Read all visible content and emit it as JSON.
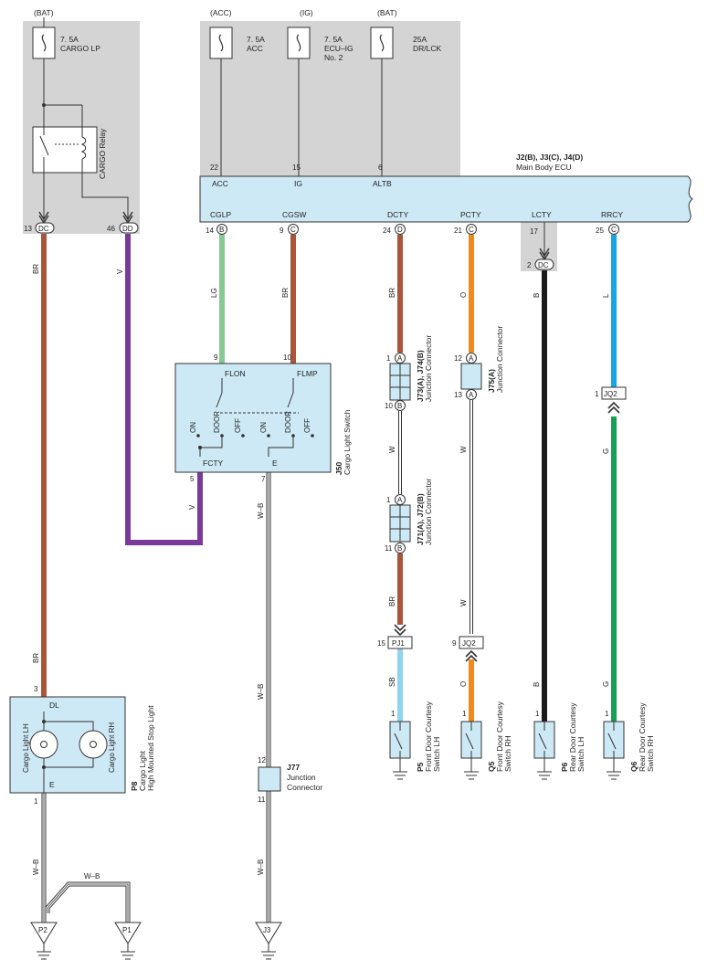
{
  "fuses": [
    {
      "source": "(BAT)",
      "rating": "7. 5A",
      "name1": "CARGO LP",
      "name2": "",
      "name3": ""
    },
    {
      "source": "(ACC)",
      "rating": "7. 5A",
      "name1": "ACC",
      "name2": "",
      "name3": ""
    },
    {
      "source": "(IG)",
      "rating": "7. 5A",
      "name1": "ECU–IG",
      "name2": "No. 2",
      "name3": ""
    },
    {
      "source": "(BAT)",
      "rating": "25A",
      "name1": "DR/LCK",
      "name2": "",
      "name3": ""
    }
  ],
  "relay_label": "CARGO Relay",
  "ecu": {
    "code": "J2(B), J3(C), J4(D)",
    "name": "Main Body ECU",
    "top_pins": [
      {
        "num": "22",
        "name": "ACC"
      },
      {
        "num": "15",
        "name": "IG"
      },
      {
        "num": "6",
        "name": "ALTB"
      }
    ],
    "bottom_pins": [
      {
        "num": "14",
        "conn": "B",
        "name": "CGLP"
      },
      {
        "num": "9",
        "conn": "C",
        "name": "CGSW"
      },
      {
        "num": "24",
        "conn": "D",
        "name": "DCTY"
      },
      {
        "num": "21",
        "conn": "C",
        "name": "PCTY"
      },
      {
        "num": "17",
        "conn": "",
        "name": "LCTY"
      },
      {
        "num": "25",
        "conn": "C",
        "name": "RRCY"
      }
    ]
  },
  "relay_pins": [
    {
      "num": "13",
      "conn": "DC"
    },
    {
      "num": "46",
      "conn": "DD"
    }
  ],
  "lcty_conn": {
    "num": "2",
    "conn": "DC"
  },
  "wire_colors": {
    "br": "BR",
    "v": "V",
    "lg": "LG",
    "w": "W",
    "o": "O",
    "b": "B",
    "l": "L",
    "g": "G",
    "sb": "SB",
    "wb": "W–B"
  },
  "colors": {
    "brown": "#a9553a",
    "violet": "#7a3a9a",
    "lightgreen": "#86c995",
    "orange": "#ef8a1f",
    "black": "#1a1a1a",
    "blue": "#1aa3e6",
    "green": "#17a055",
    "skyblue": "#8fd3ee",
    "box": "#cde9f5",
    "gray": "#d4d4d4"
  },
  "switch": {
    "code": "J50",
    "name": "Cargo Light Switch",
    "top_pins": [
      {
        "num": "9",
        "name": "FLON"
      },
      {
        "num": "10",
        "name": "FLMP"
      }
    ],
    "bottom_pins": [
      {
        "num": "5",
        "name": "FCTY"
      },
      {
        "num": "7",
        "name": "E"
      }
    ],
    "positions": [
      "ON",
      "DOOR",
      "OFF",
      "ON",
      "DOOR",
      "OFF"
    ]
  },
  "junctions": [
    {
      "code": "J73(A), J74(B)",
      "name": "Junction Connector",
      "pin_in": "1",
      "conn_in": "A",
      "pin_out": "10",
      "conn_out": "B"
    },
    {
      "code": "J75(A)",
      "name": "Junction Connector",
      "pin_in": "12",
      "conn_in": "A",
      "pin_out": "13",
      "conn_out": "A"
    },
    {
      "code": "J71(A), J72(B)",
      "name": "Junction Connector",
      "pin_in": "1",
      "conn_in": "A",
      "pin_out": "11",
      "conn_out": "B"
    }
  ],
  "inline_connectors": [
    {
      "pin": "1",
      "name": "JQ2"
    },
    {
      "pin": "15",
      "name": "PJ1"
    },
    {
      "pin": "9",
      "name": "JQ2"
    }
  ],
  "cargo_light": {
    "code": "P8",
    "name1": "Cargo Light",
    "name2": "High Mounted Stop Light",
    "lamp_lh": "Cargo Light LH",
    "lamp_rh": "Cargo Light RH",
    "pin_top": "3",
    "pin_top_name": "DL",
    "pin_bottom": "1",
    "pin_bottom_name": "E"
  },
  "j77": {
    "code": "J77",
    "name1": "Junction",
    "name2": "Connector",
    "pin_top": "12",
    "pin_bottom": "11"
  },
  "courtesy_switches": [
    {
      "code": "P5",
      "name1": "Front Door Courtesy",
      "name2": "Switch LH",
      "pin": "1"
    },
    {
      "code": "Q5",
      "name1": "Front Door Courtesy",
      "name2": "Switch RH",
      "pin": "1"
    },
    {
      "code": "P6",
      "name1": "Rear Door Courtesy",
      "name2": "Switch LH",
      "pin": "1"
    },
    {
      "code": "Q6",
      "name1": "Rear Door Courtesy",
      "name2": "Switch RH",
      "pin": "1"
    }
  ],
  "grounds": [
    "P2",
    "P1",
    "J3"
  ]
}
